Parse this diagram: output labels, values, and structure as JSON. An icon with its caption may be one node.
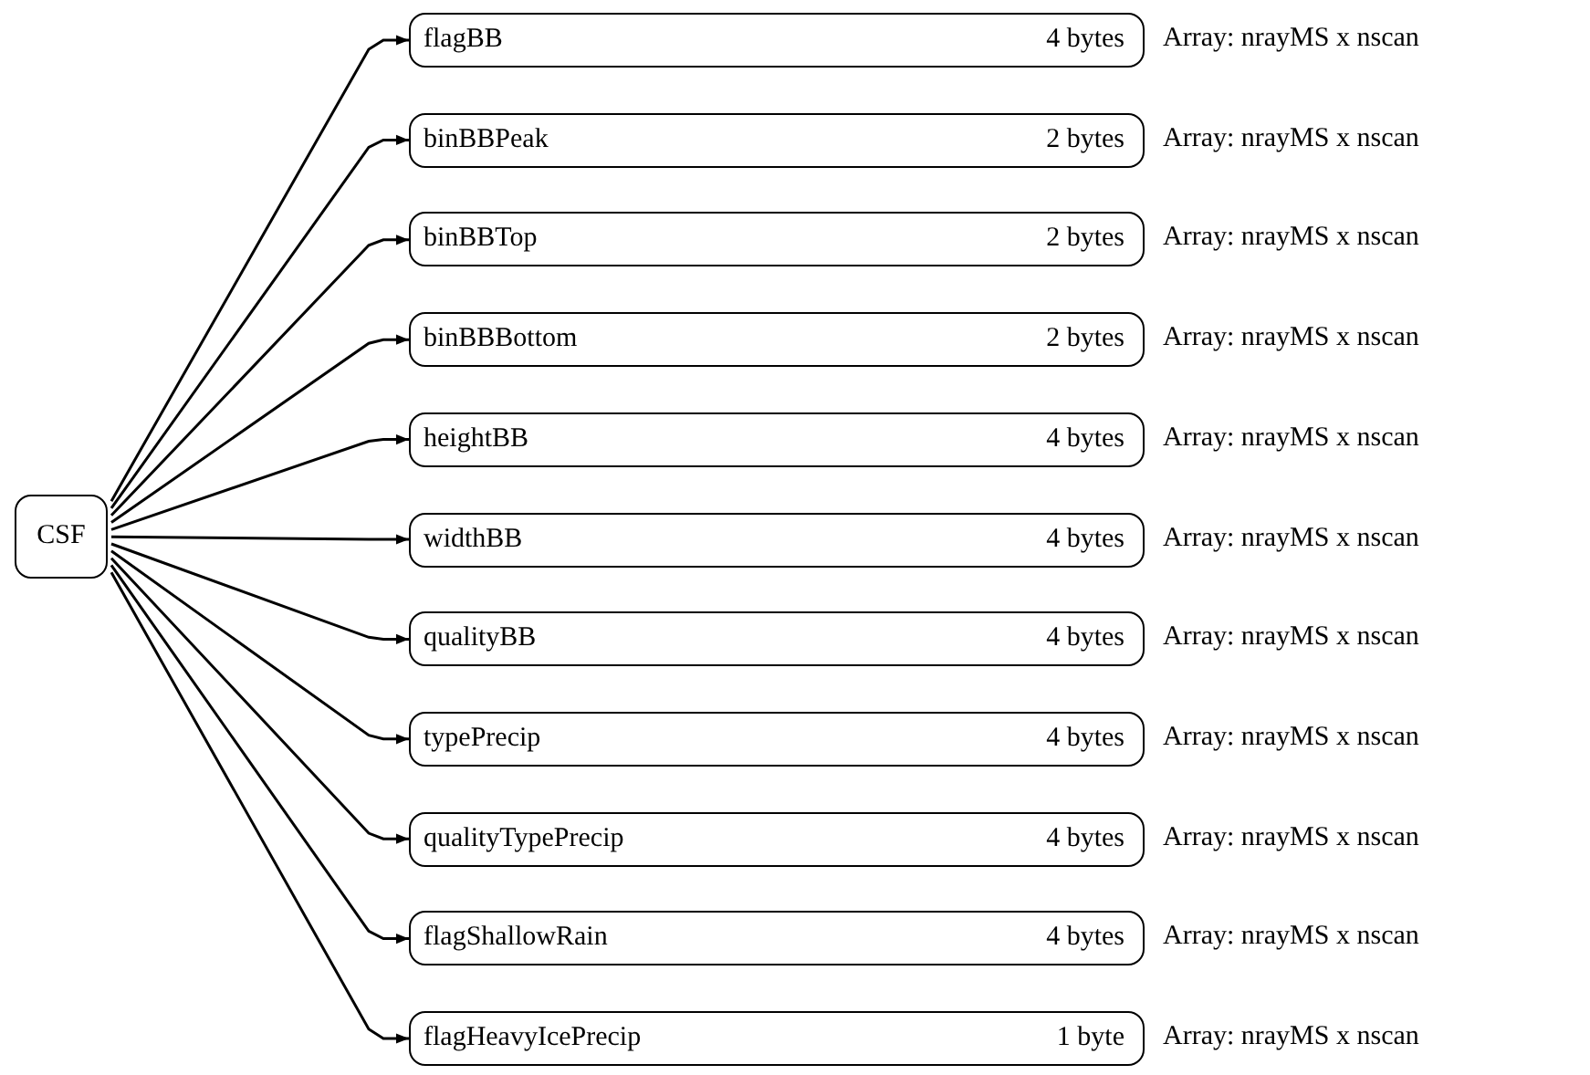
{
  "diagram": {
    "nodes": [
      {
        "text": [
          "CSF"
        ]
      },
      {
        "text": [
          "flagBB",
          "4 bytes"
        ],
        "beside": [
          "Array: nrayMS x nscan"
        ]
      },
      {
        "text": [
          "binBBPeak",
          "2 bytes"
        ],
        "beside": [
          "Array: nrayMS x nscan"
        ]
      },
      {
        "text": [
          "binBBTop",
          "2 bytes"
        ],
        "beside": [
          "Array: nrayMS x nscan"
        ]
      },
      {
        "text": [
          "binBBBottom",
          "2 bytes"
        ],
        "beside": [
          "Array: nrayMS x nscan"
        ]
      },
      {
        "text": [
          "heightBB",
          "4 bytes"
        ],
        "beside": [
          "Array: nrayMS x nscan"
        ]
      },
      {
        "text": [
          "widthBB",
          "4 bytes"
        ],
        "beside": [
          "Array: nrayMS x nscan"
        ]
      },
      {
        "text": [
          "qualityBB",
          "4 bytes"
        ],
        "beside": [
          "Array: nrayMS x nscan"
        ]
      },
      {
        "text": [
          "typePrecip",
          "4 bytes"
        ],
        "beside": [
          "Array: nrayMS x nscan"
        ]
      },
      {
        "text": [
          "qualityTypePrecip",
          "4 bytes"
        ],
        "beside": [
          "Array: nrayMS x nscan"
        ]
      },
      {
        "text": [
          "flagShallowRain",
          "4 bytes"
        ],
        "beside": [
          "Array: nrayMS x nscan"
        ]
      },
      {
        "text": [
          "flagHeavyIcePrecip",
          "1 byte"
        ],
        "beside": [
          "Array: nrayMS x nscan"
        ]
      }
    ],
    "edges": [
      {
        "from": 0,
        "to": 1,
        "arrow": "to"
      },
      {
        "from": 0,
        "to": 2,
        "arrow": "to"
      },
      {
        "from": 0,
        "to": 3,
        "arrow": "to"
      },
      {
        "from": 0,
        "to": 4,
        "arrow": "to"
      },
      {
        "from": 0,
        "to": 5,
        "arrow": "to"
      },
      {
        "from": 0,
        "to": 6,
        "arrow": "to"
      },
      {
        "from": 0,
        "to": 7,
        "arrow": "to"
      },
      {
        "from": 0,
        "to": 8,
        "arrow": "to"
      },
      {
        "from": 0,
        "to": 9,
        "arrow": "to"
      },
      {
        "from": 0,
        "to": 10,
        "arrow": "to"
      },
      {
        "from": 0,
        "to": 11,
        "arrow": "to"
      }
    ]
  }
}
